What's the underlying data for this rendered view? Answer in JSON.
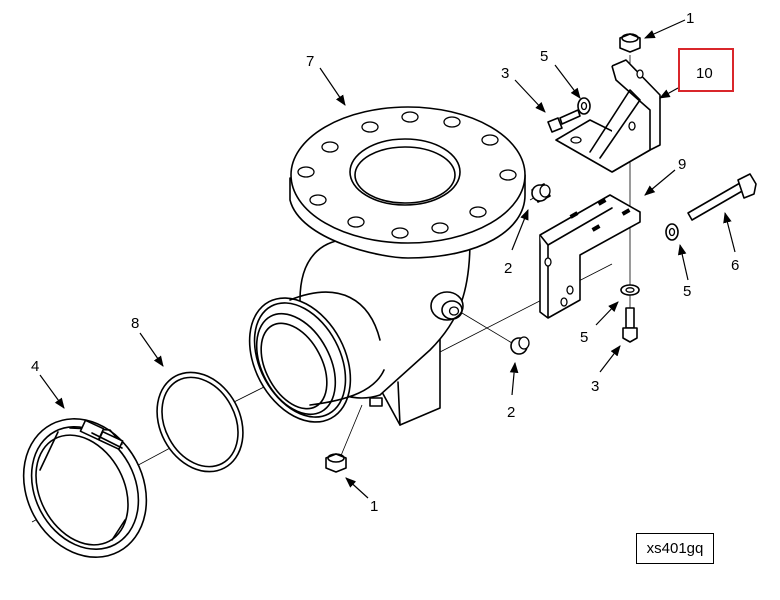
{
  "callouts": {
    "c1_top": "1",
    "c5_top": "5",
    "c3_top": "3",
    "c10": "10",
    "c7": "7",
    "c9": "9",
    "c2_upper": "2",
    "c6": "6",
    "c5_right": "5",
    "c8": "8",
    "c4": "4",
    "c5_lower": "5",
    "c3_lower": "3",
    "c2_lower": "2",
    "c1_bottom": "1"
  },
  "reference_code": "xs401gq",
  "highlight": {
    "callout": "10",
    "color": "#d9262b"
  }
}
